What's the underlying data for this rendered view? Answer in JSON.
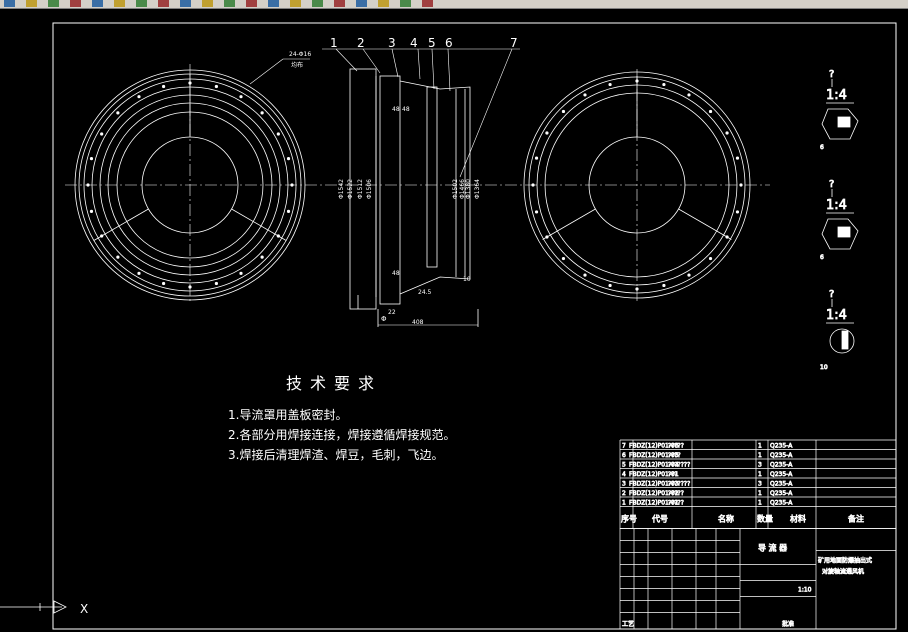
{
  "toolbar": {
    "buttons": [
      "open-icon",
      "save-icon",
      "print-icon",
      "preview-icon",
      "cut-icon",
      "copy-icon",
      "paste-icon",
      "undo-icon",
      "redo-icon",
      "pan-icon",
      "zoom-realtime-icon",
      "zoom-window-icon",
      "zoom-previous-icon",
      "properties-icon",
      "design-center-icon",
      "tool-palettes-icon",
      "markup-icon",
      "calculator-icon",
      "layer-icon",
      "match-icon"
    ]
  },
  "drawing": {
    "balloons": [
      "1",
      "2",
      "3",
      "4",
      "5",
      "6",
      "7"
    ],
    "weld_note_top": "24-Φ16",
    "weld_note_bottom": "均布",
    "dims_vertical": [
      "Φ1542",
      "Φ1522",
      "Φ1512",
      "Φ1506",
      "Φ1502",
      "Φ1466",
      "Φ1380",
      "Φ1364"
    ],
    "dims_horizontal": [
      "48",
      "48",
      "48",
      "10",
      "24.5",
      "22",
      "408"
    ],
    "dim_left_bottom": "Φ",
    "detail_views": [
      {
        "label_top": "?",
        "scale": "1:4",
        "dim": "6"
      },
      {
        "label_top": "?",
        "scale": "1:4",
        "dim": "6"
      },
      {
        "label_top": "?",
        "scale": "1:4",
        "dim": "10"
      }
    ]
  },
  "tech": {
    "title": "技术要求",
    "items": [
      "1.导流罩用盖板密封。",
      "2.各部分用焊接连接，焊接遵循焊接规范。",
      "3.焊接后清理焊渣、焊豆，毛刺，飞边。"
    ]
  },
  "bom": {
    "rows": [
      {
        "no": "7",
        "code": "FBDZ(12)P01-06",
        "name": "?????",
        "qty": "1",
        "mat": "Q235-A"
      },
      {
        "no": "6",
        "code": "FBDZ(12)P01-05",
        "name": "????",
        "qty": "1",
        "mat": "Q235-A"
      },
      {
        "no": "5",
        "code": "FBDZ(12)P01-04",
        "name": "???????",
        "qty": "3",
        "mat": "Q235-A"
      },
      {
        "no": "4",
        "code": "FBDZ(12)P01-01",
        "name": "???",
        "qty": "1",
        "mat": "Q235-A"
      },
      {
        "no": "3",
        "code": "FBDZ(12)P01-03",
        "name": "???????",
        "qty": "3",
        "mat": "Q235-A"
      },
      {
        "no": "2",
        "code": "FBDZ(12)P01-02",
        "name": "?????",
        "qty": "1",
        "mat": "Q235-A"
      },
      {
        "no": "1",
        "code": "FBDZ(12)P01-01",
        "name": "?????",
        "qty": "1",
        "mat": "Q235-A"
      }
    ],
    "headers": {
      "no": "序号",
      "code": "代号",
      "name": "名称",
      "qty": "数量",
      "mat": "材料",
      "remark": "备注"
    }
  },
  "titleblock": {
    "drawing_name": "导 流 器",
    "project_line1": "矿用地面防爆抽出式",
    "project_line2": "对旋轴流通风机",
    "scale": "1:10",
    "process": "工艺",
    "approve": "批准"
  },
  "ucs": {
    "x": "X"
  }
}
